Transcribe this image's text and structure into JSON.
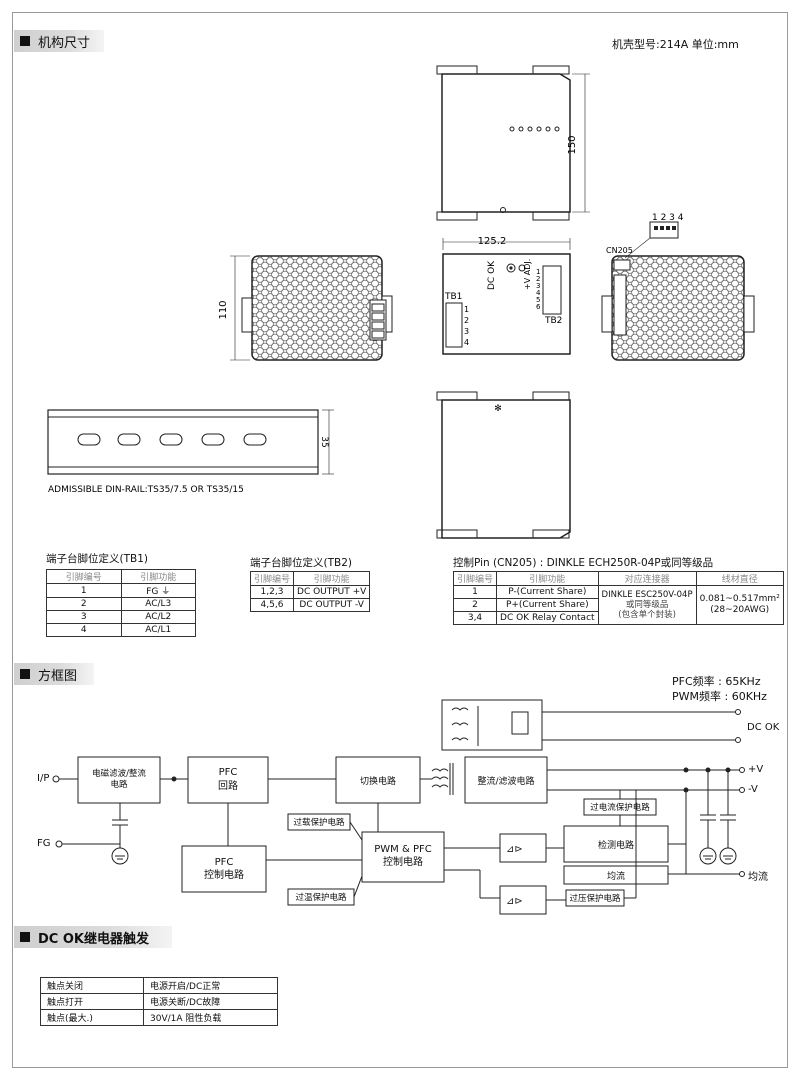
{
  "header": {
    "section_mech": "机构尺寸",
    "case_info": "机壳型号:214A  单位:mm"
  },
  "mech": {
    "dim_150": "150",
    "dim_125": "125.2",
    "dim_110": "110",
    "dim_35": "35",
    "dc_ok": "DC OK",
    "adj": "+V ADJ.",
    "tb1": "TB1",
    "tb2": "TB2",
    "cn205": "CN205",
    "cn_pins": "1 2 3 4",
    "tb1_pins": [
      "1",
      "2",
      "3",
      "4"
    ],
    "tb2_pins": [
      "1",
      "2",
      "3",
      "4",
      "5",
      "6"
    ],
    "din_rail_note": "ADMISSIBLE DIN-RAIL:TS35/7.5 OR TS35/15"
  },
  "tb1_table": {
    "title": "端子台脚位定义(TB1)",
    "headers": [
      "引脚编号",
      "引脚功能"
    ],
    "rows": [
      [
        "1",
        "FG ⏚"
      ],
      [
        "2",
        "AC/L3"
      ],
      [
        "3",
        "AC/L2"
      ],
      [
        "4",
        "AC/L1"
      ]
    ]
  },
  "tb2_table": {
    "title": "端子台脚位定义(TB2)",
    "headers": [
      "引脚编号",
      "引脚功能"
    ],
    "rows": [
      [
        "1,2,3",
        "DC OUTPUT +V"
      ],
      [
        "4,5,6",
        "DC OUTPUT -V"
      ]
    ]
  },
  "cn_table": {
    "title": "控制Pin (CN205) : DINKLE  ECH250R-04P或同等级品",
    "headers": [
      "引脚编号",
      "引脚功能",
      "对应连接器",
      "线材直径"
    ],
    "rows": [
      [
        "1",
        "P-(Current Share)"
      ],
      [
        "2",
        "P+(Current Share)"
      ],
      [
        "3,4",
        "DC OK Relay Contact"
      ]
    ],
    "connector": [
      "DINKLE ESC250V-04P",
      "或同等级品",
      "(包含单个封装)"
    ],
    "wire": [
      "0.081~0.517mm²",
      "(28~20AWG)"
    ]
  },
  "block": {
    "section_title": "方框图",
    "pfc_freq": "PFC频率 : 65KHz",
    "pwm_freq": "PWM频率 : 60KHz",
    "ip": "I/P",
    "fg": "FG",
    "emi": [
      "电磁滤波/整流",
      "电路"
    ],
    "pfc": [
      "PFC",
      "回路"
    ],
    "switch": "切换电路",
    "rect": "整流/滤波电路",
    "dcok": "DC OK",
    "plus_v": "+V",
    "minus_v": "-V",
    "ocp": "过电流保护电路",
    "overload": "过载保护电路",
    "pwm_pfc": [
      "PWM & PFC",
      "控制电路"
    ],
    "pfc_ctrl": [
      "PFC",
      "控制电路"
    ],
    "detect": "检测电路",
    "share_box": "均流",
    "share_out": "均流",
    "otp": "过温保护电路",
    "ovp": "过压保护电路"
  },
  "relay": {
    "section_title": "DC OK继电器触发",
    "rows": [
      [
        "触点关闭",
        "电源开启/DC正常"
      ],
      [
        "触点打开",
        "电源关断/DC故障"
      ],
      [
        "触点(最大.)",
        "30V/1A 阻性负载"
      ]
    ]
  }
}
